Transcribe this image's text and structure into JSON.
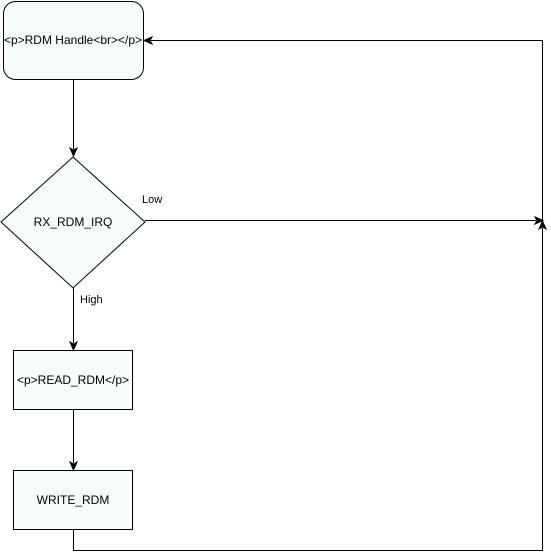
{
  "nodes": {
    "rdm_handle": {
      "label": "<p>RDM Handle<br></p>",
      "shape": "rounded-rectangle"
    },
    "rx_rdm_irq": {
      "label": "RX_RDM_IRQ",
      "shape": "diamond"
    },
    "read_rdm": {
      "label": "<p>READ_RDM</p>",
      "shape": "rectangle"
    },
    "write_rdm": {
      "label": "WRITE_RDM",
      "shape": "rectangle"
    }
  },
  "edges": {
    "low_label": "Low",
    "high_label": "High"
  },
  "colors": {
    "node_fill": "#f7fcfd",
    "stroke": "#000000",
    "background": "#ffffff"
  }
}
